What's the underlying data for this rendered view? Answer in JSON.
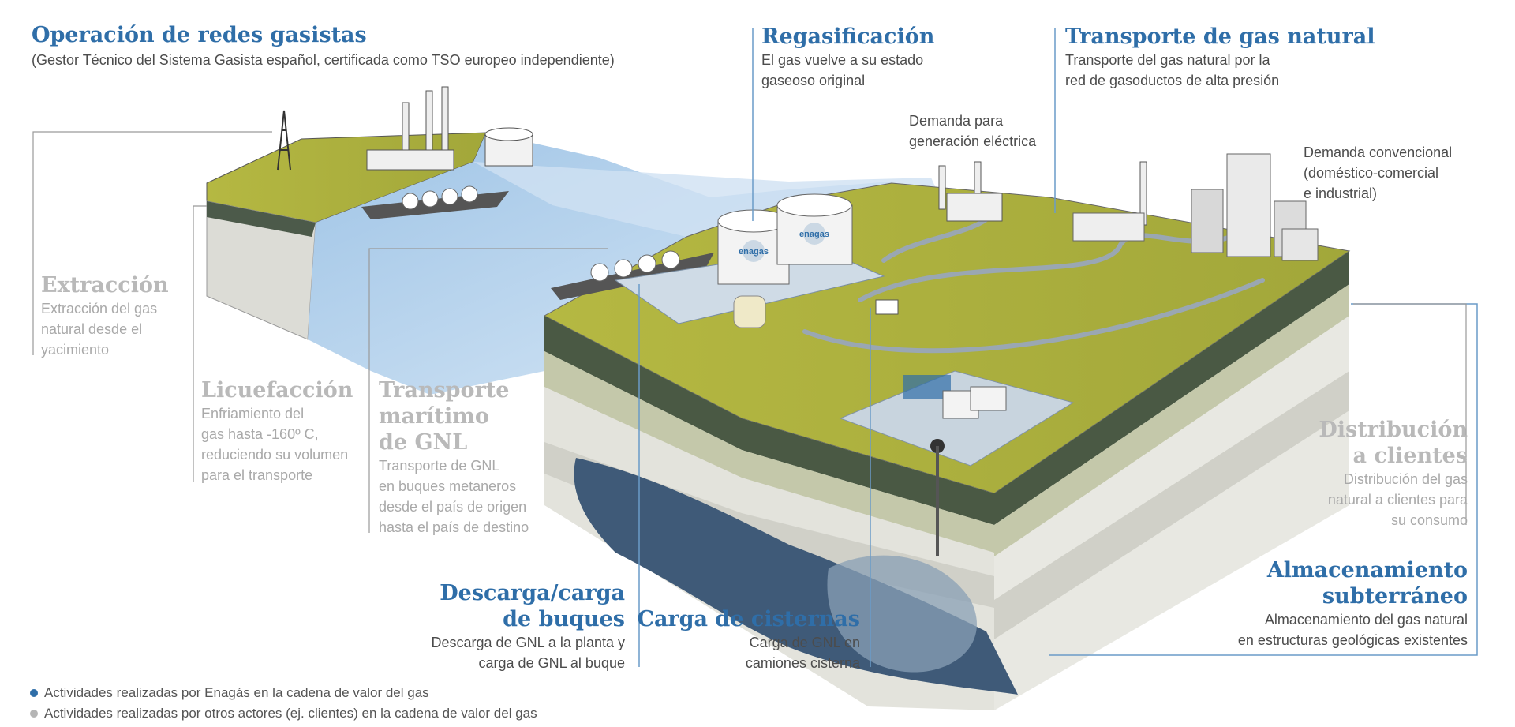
{
  "header": {
    "title": "Operación de redes gasistas",
    "subtitle": "(Gestor Técnico del Sistema Gasista español, certificada como TSO europeo independiente)"
  },
  "brand": {
    "logo_text": "enagas"
  },
  "colors": {
    "enagas_activity": "#2f6ea8",
    "other_actors": "#b5b5b5",
    "grass": "#a9ad3c",
    "water": "#b9d6ee",
    "underground_storage": "#3f5a78"
  },
  "stages": {
    "regasificacion": {
      "title": "Regasificación",
      "desc": [
        "El gas vuelve a su estado",
        "gaseoso original"
      ]
    },
    "transporte_gas": {
      "title": "Transporte de gas natural",
      "desc": [
        "Transporte del gas natural por la",
        "red de gasoductos de alta presión"
      ]
    },
    "demanda_electrica": {
      "desc": [
        "Demanda para",
        "generación eléctrica"
      ]
    },
    "demanda_convencional": {
      "desc": [
        "Demanda convencional",
        "(doméstico-comercial",
        "e industrial)"
      ]
    },
    "extraccion": {
      "title": "Extracción",
      "desc": [
        "Extracción del gas",
        "natural desde el",
        "yacimiento"
      ]
    },
    "licuefaccion": {
      "title": "Licuefacción",
      "desc": [
        "Enfriamiento del",
        "gas hasta -160º C,",
        "reduciendo su volumen",
        "para el transporte"
      ]
    },
    "transporte_maritimo": {
      "title": [
        "Transporte",
        "marítimo",
        "de GNL"
      ],
      "desc": [
        "Transporte de GNL",
        "en buques metaneros",
        "desde el país de origen",
        "hasta el país de destino"
      ]
    },
    "descarga_buques": {
      "title": [
        "Descarga/carga",
        "de buques"
      ],
      "desc": [
        "Descarga de GNL a la planta y",
        "carga de GNL al buque"
      ]
    },
    "carga_cisternas": {
      "title": "Carga de cisternas",
      "desc": [
        "Carga de GNL en",
        "camiones cisterna"
      ]
    },
    "distribucion": {
      "title": [
        "Distribución",
        "a clientes"
      ],
      "desc": [
        "Distribución del gas",
        "natural a clientes para",
        "su consumo"
      ]
    },
    "almacenamiento": {
      "title": [
        "Almacenamiento",
        "subterráneo"
      ],
      "desc": [
        "Almacenamiento del gas natural",
        "en estructuras geológicas existentes"
      ]
    }
  },
  "legend": [
    {
      "text": "Actividades realizadas por Enagás en la cadena de valor del gas",
      "color": "#2f6ea8"
    },
    {
      "text": "Actividades realizadas por otros actores (ej. clientes) en la cadena de valor del gas",
      "color": "#b5b5b5"
    }
  ]
}
